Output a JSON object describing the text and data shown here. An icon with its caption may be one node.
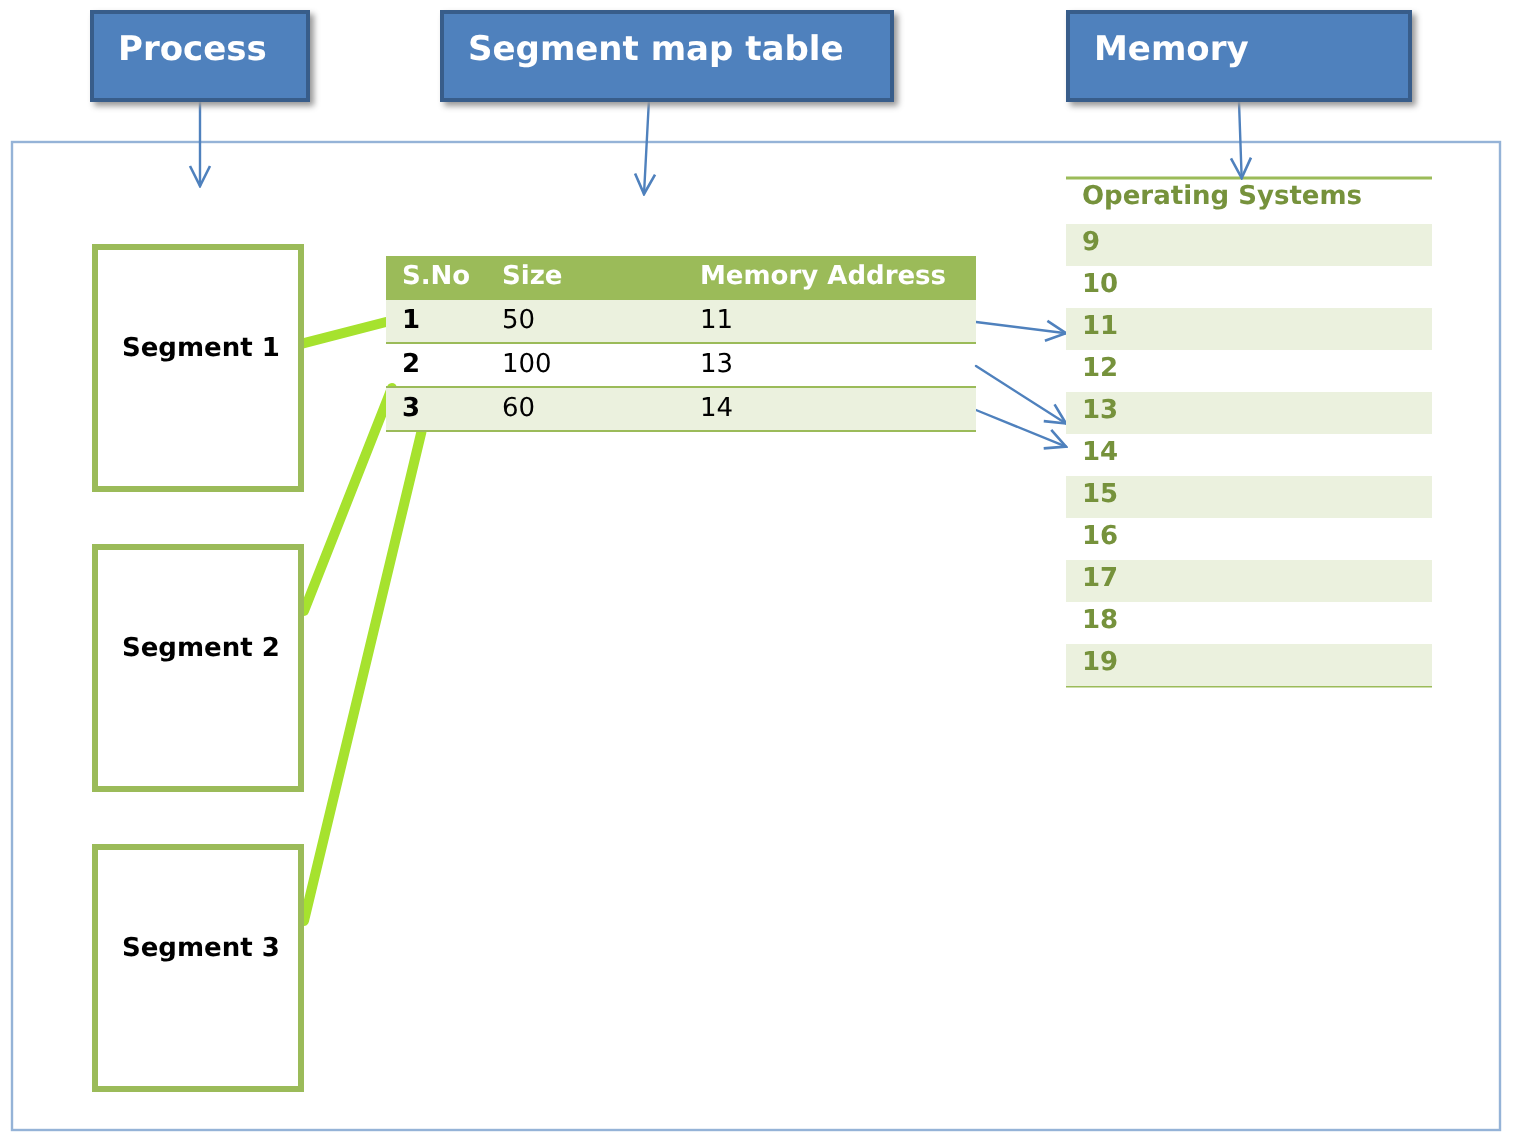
{
  "diagram": {
    "nodes": [
      {
        "text": [
          "Process"
        ]
      },
      {
        "text": [
          "Segment map table"
        ]
      },
      {
        "text": [
          "Memory"
        ]
      },
      {
        "text": [
          "Segment 1"
        ]
      },
      {
        "text": [
          "Segment 2"
        ]
      },
      {
        "text": [
          "Segment 3"
        ]
      },
      {
        "text": [
          "S.No",
          "Size",
          "Memory Address"
        ]
      },
      {
        "text": [
          "1",
          "50",
          "11"
        ]
      },
      {
        "text": [
          "2",
          "100",
          "13"
        ]
      },
      {
        "text": [
          "3",
          "60",
          "14"
        ]
      },
      {
        "text": [
          "Operating Systems"
        ]
      },
      {
        "text": [
          "9"
        ]
      },
      {
        "text": [
          "10"
        ]
      },
      {
        "text": [
          "11"
        ]
      },
      {
        "text": [
          "12"
        ]
      },
      {
        "text": [
          "13"
        ]
      },
      {
        "text": [
          "14"
        ]
      },
      {
        "text": [
          "15"
        ]
      },
      {
        "text": [
          "16"
        ]
      },
      {
        "text": [
          "17"
        ]
      },
      {
        "text": [
          "18"
        ]
      },
      {
        "text": [
          "19"
        ]
      }
    ],
    "edges": [
      {
        "from": 0,
        "to": null,
        "arrow": "to"
      },
      {
        "from": 1,
        "to": null,
        "arrow": "to"
      },
      {
        "from": 2,
        "to": 10,
        "arrow": "to"
      },
      {
        "from": 3,
        "to": 7,
        "arrow": "none",
        "style": "thick",
        "color": "#a6e22e"
      },
      {
        "from": 4,
        "to": 8,
        "arrow": "none",
        "style": "thick",
        "color": "#a6e22e"
      },
      {
        "from": 5,
        "to": 9,
        "arrow": "none",
        "style": "thick",
        "color": "#a6e22e"
      },
      {
        "from": 7,
        "to": 13,
        "arrow": "to"
      },
      {
        "from": 8,
        "to": 15,
        "arrow": "to"
      },
      {
        "from": 9,
        "to": 16,
        "arrow": "to"
      }
    ]
  }
}
